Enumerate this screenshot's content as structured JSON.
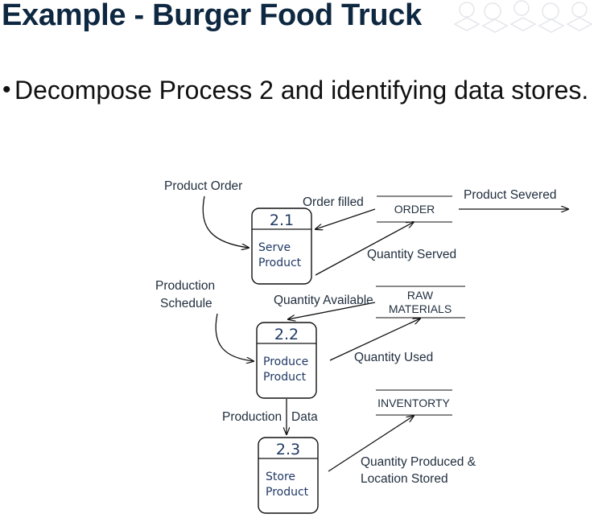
{
  "slide": {
    "title": "Example - Burger Food Truck",
    "bullet": "Decompose Process 2 and identifying data stores."
  },
  "diagram": {
    "processes": [
      {
        "number": "2.1",
        "name_lines": [
          "Serve",
          "Product"
        ]
      },
      {
        "number": "2.2",
        "name_lines": [
          "Produce",
          "Product"
        ]
      },
      {
        "number": "2.3",
        "name_lines": [
          "Store",
          "Product"
        ]
      }
    ],
    "stores": {
      "order": "ORDER",
      "raw_line1": "RAW",
      "raw_line2": "MATERIALS",
      "inventory": "INVENTORTY"
    },
    "flows": {
      "product_order": "Product Order",
      "order_filled": "Order filled",
      "product_severed": "Product Severed",
      "quantity_served": "Quantity Served",
      "production_schedule_1": "Production",
      "production_schedule_2": "Schedule",
      "quantity_available": "Quantity Available",
      "quantity_used": "Quantity Used",
      "production": "Production",
      "data": "Data",
      "quantity_produced_1": "Quantity Produced &",
      "quantity_produced_2": "Location Stored"
    }
  }
}
